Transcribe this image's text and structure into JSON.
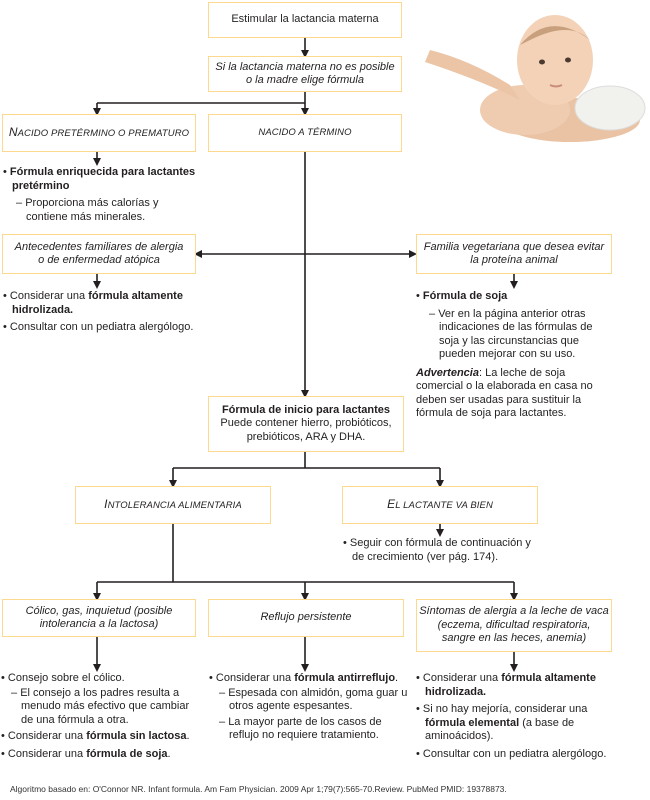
{
  "boxes": {
    "estimular": "Estimular la lactancia materna",
    "si_no_posible_1": "Si la lactancia materna no es posible",
    "si_no_posible_2": "o la madre elige fórmula",
    "pretermino_cap": "N",
    "pretermino_rest": "acido pretérmino o prematuro",
    "termino": "Nacido a término",
    "alergia_1": "Antecedentes familiares de alergia",
    "alergia_2": "o de enfermedad atópica",
    "vegetariana_1": "Familia vegetariana que desea evitar",
    "vegetariana_2": "la proteína animal",
    "inicio_title": "Fórmula de inicio para lactantes",
    "inicio_1": "Puede contener hierro, probióticos,",
    "inicio_2": "prebióticos, ARA y DHA.",
    "intolerancia_cap": "I",
    "intolerancia_rest": "ntolerancia alimentaria",
    "bien_cap": "E",
    "bien_rest": "l lactante va bien",
    "colico_1": "Cólico, gas, inquietud (posible",
    "colico_2": "intolerancia a la lactosa)",
    "reflujo": "Reflujo persistente",
    "leche_1": "Síntomas de alergia a la leche de vaca",
    "leche_2": "(eczema, dificultad respiratoria,",
    "leche_3": "sangre en las heces, anemia)"
  },
  "notes": {
    "pretermino_bold": "Fórmula enriquecida para lactantes pretérmino",
    "pretermino_sub": "Proporciona más calorías y contiene más minerales.",
    "alergia_pre": "Considerar una ",
    "alergia_bold": "fórmula altamente hidrolizada.",
    "alergia_2": "Consultar con un pediatra alergólogo.",
    "soja_bold": "Fórmula de soja",
    "soja_sub": "Ver en la página anterior otras indicaciones de las fórmulas de soja y las circunstancias que pueden mejorar con su uso.",
    "advertencia_label": "Advertencia",
    "advertencia_text": ": La leche de soja comercial o la elaborada en casa no deben ser usadas para sustituir la fórmula de soja para lactantes.",
    "bien_text": "Seguir con fórmula de continuación y de crecimiento (ver pág. 174).",
    "colico_1": "Consejo sobre el cólico.",
    "colico_sub": "El consejo a los padres resulta a menudo más efectivo que cambiar de una fórmula a otra.",
    "colico_2_pre": "Considerar una ",
    "colico_2_bold": "fórmula sin lactosa",
    "colico_3_pre": "Considerar una ",
    "colico_3_bold": "fórmula de soja",
    "reflujo_pre": "Considerar una ",
    "reflujo_bold": "fórmula antirreflujo",
    "reflujo_sub1": "Espesada con almidón, goma guar u otros agente espesantes.",
    "reflujo_sub2": "La mayor parte de los casos de reflujo no requiere tratamiento.",
    "leche_pre": "Considerar una ",
    "leche_bold": "fórmula altamente hidrolizada.",
    "leche_2_pre": "Si no hay mejoría, considerar una ",
    "leche_2_bold": "fórmula elemental",
    "leche_2_post": " (a base de aminoácidos).",
    "leche_3": "Consultar con un pediatra alergólogo."
  },
  "footer": "Algoritmo basado en: O'Connor NR. Infant formula. Am Fam Physician. 2009 Apr 1;79(7):565-70.Review. PubMed PMID: 19378873.",
  "colors": {
    "border": "#fcd98f",
    "line": "#231f20"
  }
}
